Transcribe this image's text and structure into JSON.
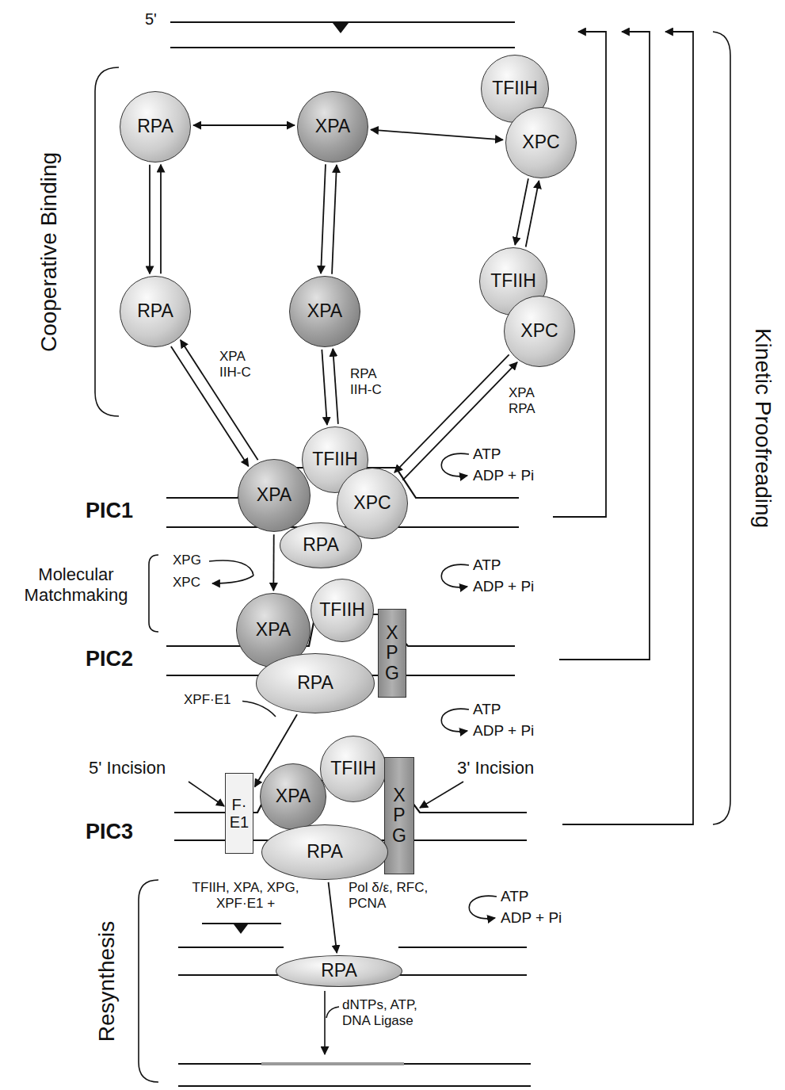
{
  "diagram": {
    "nodes": [
      {
        "text": [
          "RPA"
        ]
      },
      {
        "text": [
          "XPA"
        ]
      },
      {
        "text": [
          "TFIIH"
        ]
      },
      {
        "text": [
          "XPC"
        ]
      },
      {
        "text": [
          "RPA"
        ]
      },
      {
        "text": [
          "XPA"
        ]
      },
      {
        "text": [
          "TFIIH"
        ]
      },
      {
        "text": [
          "XPC"
        ]
      },
      {
        "text": [
          "TFIIH"
        ]
      },
      {
        "text": [
          "XPA"
        ]
      },
      {
        "text": [
          "XPC"
        ]
      },
      {
        "text": [
          "RPA"
        ]
      },
      {
        "text": [
          "XPA"
        ]
      },
      {
        "text": [
          "TFIIH"
        ]
      },
      {
        "text": [
          "X P G"
        ]
      },
      {
        "text": [
          "RPA"
        ]
      },
      {
        "text": [
          "F· E1"
        ]
      },
      {
        "text": [
          "XPA"
        ]
      },
      {
        "text": [
          "TFIIH"
        ]
      },
      {
        "text": [
          "X P G"
        ]
      },
      {
        "text": [
          "RPA"
        ]
      },
      {
        "text": [
          "RPA"
        ]
      }
    ],
    "edges": [
      {
        "from": 0,
        "to": 1,
        "arrow": "both"
      },
      {
        "from": 1,
        "to": 3,
        "arrow": "both"
      },
      {
        "from": 0,
        "to": 4,
        "arrow": "to"
      },
      {
        "from": 4,
        "to": 0,
        "arrow": "to"
      },
      {
        "from": 1,
        "to": 5,
        "arrow": "to"
      },
      {
        "from": 5,
        "to": 1,
        "arrow": "to"
      },
      {
        "from": 3,
        "to": 6,
        "arrow": "to"
      },
      {
        "from": 6,
        "to": 3,
        "arrow": "to"
      },
      {
        "from": 4,
        "to": 9,
        "arrow": "to",
        "label": "XPA IIH-C"
      },
      {
        "from": 9,
        "to": 4,
        "arrow": "to"
      },
      {
        "from": 5,
        "to": 8,
        "arrow": "to",
        "label": "RPA IIH-C"
      },
      {
        "from": 8,
        "to": 5,
        "arrow": "to"
      },
      {
        "from": 7,
        "to": 10,
        "arrow": "to",
        "label": "XPA RPA"
      },
      {
        "from": 10,
        "to": 7,
        "arrow": "to"
      },
      {
        "from": 9,
        "to": 12,
        "arrow": "to"
      },
      {
        "from": 15,
        "to": 16,
        "arrow": "to",
        "label": "XPF·E1"
      },
      {
        "from": 20,
        "to": 21,
        "arrow": "to"
      }
    ],
    "labels": [
      "5'",
      "Cooperative Binding",
      "Kinetic Proofreading",
      "ATP",
      "ADP + Pi",
      "PIC1",
      "Molecular Matchmaking",
      "XPG",
      "XPC",
      "ATP",
      "ADP + Pi",
      "PIC2",
      "ATP",
      "ADP + Pi",
      "5' Incision",
      "3' Incision",
      "PIC3",
      "Resynthesis",
      "TFIIH, XPA, XPG, XPF·E1 +",
      "Pol δ/ε, RFC, PCNA",
      "ATP",
      "ADP + Pi",
      "dNTPs, ATP, DNA Ligase"
    ]
  }
}
